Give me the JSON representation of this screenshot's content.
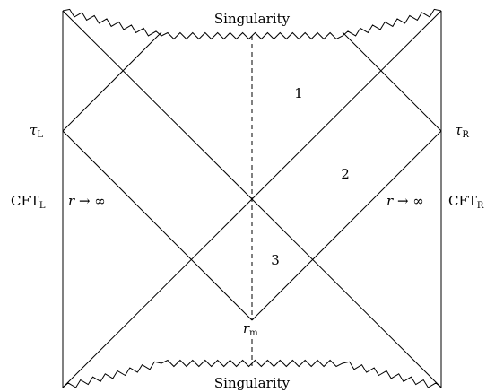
{
  "labels": {
    "singularity_top": "Singularity",
    "singularity_bottom": "Singularity",
    "region_1": "1",
    "region_2": "2",
    "region_3": "3",
    "tau_left": "τ",
    "tau_left_sub": "L",
    "tau_right": "τ",
    "tau_right_sub": "R",
    "cft_left": "CFT",
    "cft_left_sub": "L",
    "cft_right": "CFT",
    "cft_right_sub": "R",
    "r_infty_left": "r → ∞",
    "r_infty_right": "r → ∞",
    "r_m": "r",
    "r_m_sub": "m"
  }
}
